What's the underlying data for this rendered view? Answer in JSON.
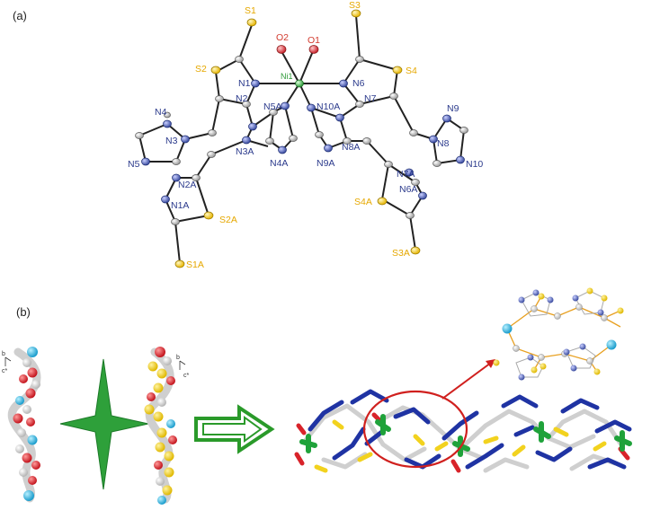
{
  "panels": {
    "a": {
      "label": "(a)"
    },
    "b": {
      "label": "(b)"
    }
  },
  "colors": {
    "nitrogen_label": "#2b3a8c",
    "sulfur_label": "#e6a800",
    "oxygen_label": "#d23a2e",
    "nickel_label": "#2f9a3a",
    "carbon": "#c8c8c8",
    "nitrogen": "#2e3fb0",
    "sulfur": "#f2d21e",
    "oxygen": "#d8232a",
    "nickel": "#1fa23a",
    "cyan": "#29b8e0",
    "highlight_circle": "#d0201e",
    "arrow": "#d0201e",
    "hollow_arrow": "#2a9a2a"
  },
  "atom_labels": {
    "S1": "S1",
    "S2": "S2",
    "S3": "S3",
    "S4": "S4",
    "O1": "O1",
    "O2": "O2",
    "Ni1": "Ni1",
    "N1": "N1",
    "N2": "N2",
    "N3": "N3",
    "N4": "N4",
    "N5": "N5",
    "N6": "N6",
    "N7": "N7",
    "N8": "N8",
    "N9": "N9",
    "N10": "N10",
    "N5A": "N5A",
    "N10A": "N10A",
    "N3A": "N3A",
    "N4A": "N4A",
    "N8A": "N8A",
    "N9A": "N9A",
    "N2A": "N2A",
    "N1A": "N1A",
    "N7A": "N7A",
    "N6A": "N6A",
    "S2A": "S2A",
    "S1A": "S1A",
    "S4A": "S4A",
    "S3A": "S3A"
  },
  "axis_labels": {
    "left": {
      "b": "b",
      "c": "c*"
    },
    "right": {
      "b": "b",
      "c": "c*"
    }
  }
}
